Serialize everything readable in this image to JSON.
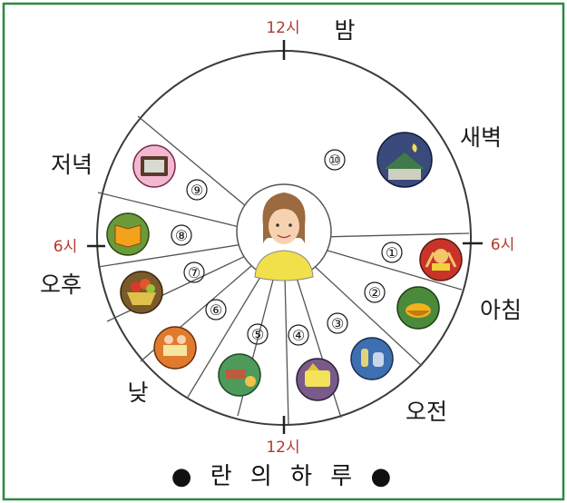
{
  "diagram": {
    "clock_labels": {
      "top": "12시",
      "bottom": "12시",
      "left": "6시",
      "right": "6시"
    },
    "periods": {
      "night": "밤",
      "dawn": "새벽",
      "evening": "저녁",
      "afternoon": "오후",
      "morning": "아침",
      "forenoon": "오전",
      "noon_day": "낮"
    },
    "sectors": [
      "①",
      "②",
      "③",
      "④",
      "⑤",
      "⑥",
      "⑦",
      "⑧",
      "⑨",
      "⑩"
    ],
    "icons": [
      "waking-up-icon",
      "cooking-pot-icon",
      "toiletries-icon",
      "school-bag-icon",
      "eating-lunch-icon",
      "studying-icon",
      "fruit-basket-icon",
      "reading-book-icon",
      "television-icon",
      "sleeping-house-icon"
    ],
    "colors": {
      "frame_border": "#2f8a3a",
      "clock_red": "#b23a2e",
      "face_shirt": "#f2e04a"
    },
    "title": "● 란 의  하 루 ●"
  }
}
